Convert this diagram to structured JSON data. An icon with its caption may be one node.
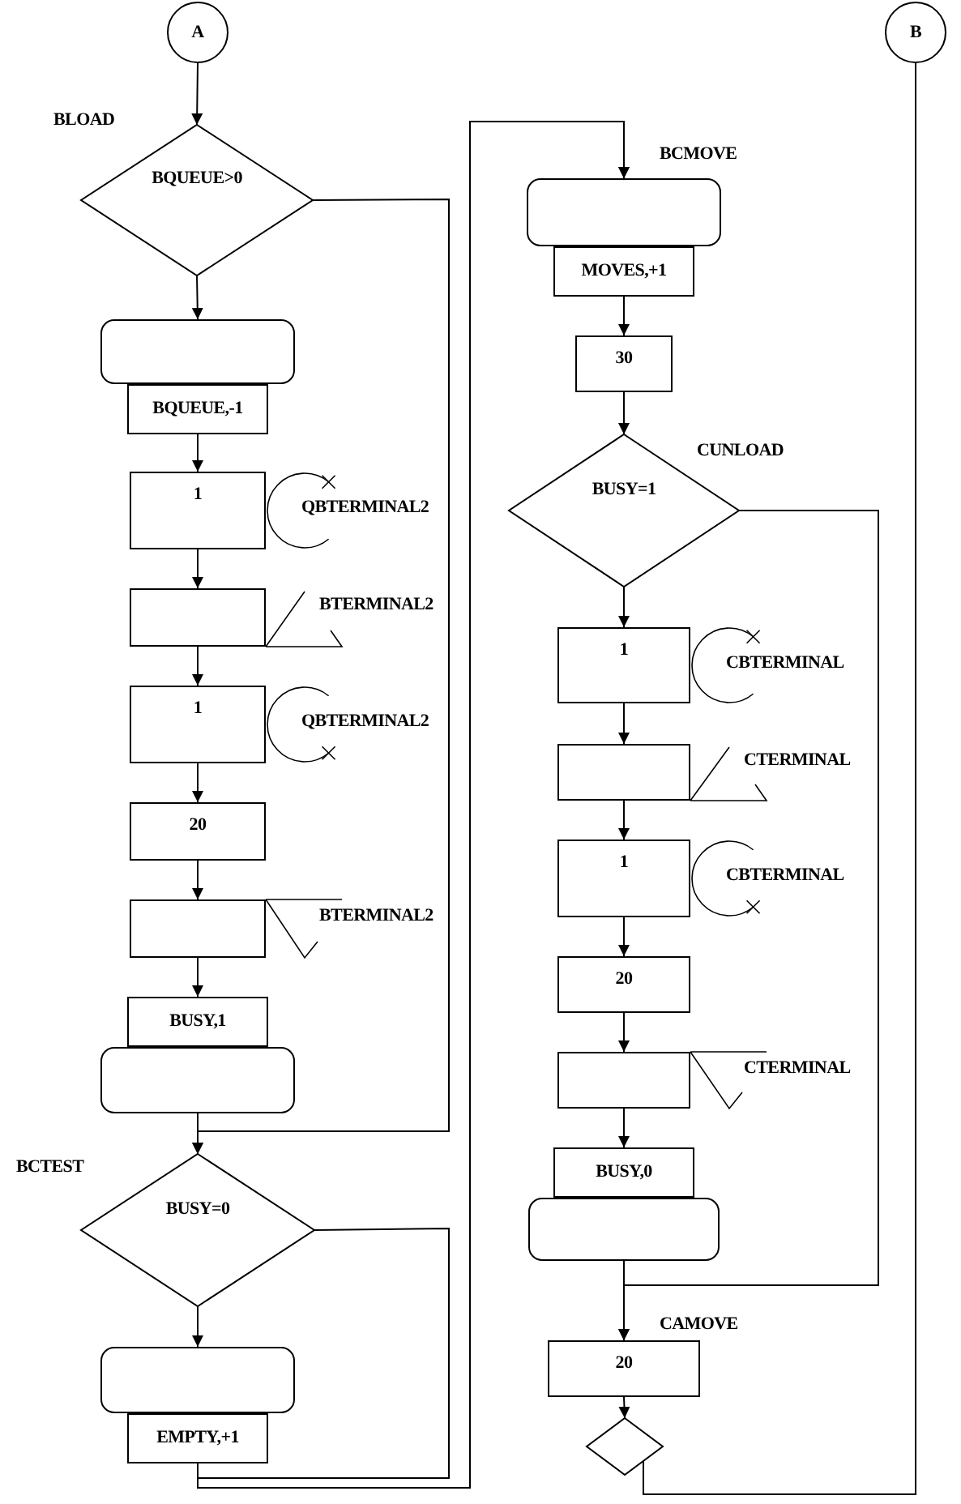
{
  "diagram": {
    "nodes": [
      {
        "text": [
          "A"
        ]
      },
      {
        "text": [
          "BQUEUE>0"
        ],
        "beside": [
          "BLOAD"
        ]
      },
      {
        "text": [
          "BQUEUE,-1"
        ]
      },
      {
        "text": [
          "1"
        ],
        "beside": [
          "QBTERMINAL2"
        ]
      },
      {
        "text": [],
        "shape": "box",
        "beside": [
          "BTERMINAL2"
        ]
      },
      {
        "text": [
          "1"
        ],
        "beside": [
          "QBTERMINAL2"
        ]
      },
      {
        "text": [
          "20"
        ]
      },
      {
        "text": [],
        "shape": "box",
        "beside": [
          "BTERMINAL2"
        ]
      },
      {
        "text": [
          "BUSY,1"
        ]
      },
      {
        "text": [
          "BUSY=0"
        ],
        "beside": [
          "BCTEST"
        ]
      },
      {
        "text": [
          "EMPTY,+1"
        ]
      },
      {
        "text": [
          "MOVES,+1"
        ],
        "beside": [
          "BCMOVE"
        ]
      },
      {
        "text": [
          "30"
        ]
      },
      {
        "text": [
          "BUSY=1"
        ],
        "beside": [
          "CUNLOAD"
        ]
      },
      {
        "text": [
          "1"
        ],
        "beside": [
          "CBTERMINAL"
        ]
      },
      {
        "text": [],
        "shape": "box",
        "beside": [
          "CTERMINAL"
        ]
      },
      {
        "text": [
          "1"
        ],
        "beside": [
          "CBTERMINAL"
        ]
      },
      {
        "text": [
          "20"
        ]
      },
      {
        "text": [],
        "shape": "box",
        "beside": [
          "CTERMINAL"
        ]
      },
      {
        "text": [
          "BUSY,0"
        ]
      },
      {
        "text": [
          "20"
        ],
        "beside": [
          "CAMOVE"
        ]
      },
      {
        "text": [],
        "shape": "diamond"
      },
      {
        "text": [
          "B"
        ]
      }
    ],
    "edges": [
      {
        "from": 0,
        "to": 1,
        "arrow": "to"
      },
      {
        "from": 1,
        "to": 2,
        "arrow": "to"
      },
      {
        "from": 1,
        "to": 9,
        "arrow": "to"
      },
      {
        "from": 2,
        "to": 3,
        "arrow": "to"
      },
      {
        "from": 3,
        "to": 4,
        "arrow": "to"
      },
      {
        "from": 4,
        "to": 5,
        "arrow": "to"
      },
      {
        "from": 5,
        "to": 6,
        "arrow": "to"
      },
      {
        "from": 6,
        "to": 7,
        "arrow": "to"
      },
      {
        "from": 7,
        "to": 8,
        "arrow": "to"
      },
      {
        "from": 8,
        "to": 9,
        "arrow": "to"
      },
      {
        "from": 9,
        "to": 10,
        "arrow": "to"
      },
      {
        "from": 9,
        "to": 11,
        "arrow": "to"
      },
      {
        "from": 10,
        "to": 11,
        "arrow": "to"
      },
      {
        "from": 11,
        "to": 12,
        "arrow": "to"
      },
      {
        "from": 12,
        "to": 13,
        "arrow": "to"
      },
      {
        "from": 13,
        "to": 14,
        "arrow": "to"
      },
      {
        "from": 14,
        "to": 15,
        "arrow": "to"
      },
      {
        "from": 15,
        "to": 16,
        "arrow": "to"
      },
      {
        "from": 16,
        "to": 17,
        "arrow": "to"
      },
      {
        "from": 17,
        "to": 18,
        "arrow": "to"
      },
      {
        "from": 18,
        "to": 19,
        "arrow": "to"
      },
      {
        "from": 19,
        "to": 20,
        "arrow": "to"
      },
      {
        "from": 13,
        "to": 20,
        "arrow": "to"
      },
      {
        "from": 20,
        "to": 21,
        "arrow": "to"
      },
      {
        "from": 21,
        "to": 22,
        "arrow": "none"
      }
    ]
  }
}
